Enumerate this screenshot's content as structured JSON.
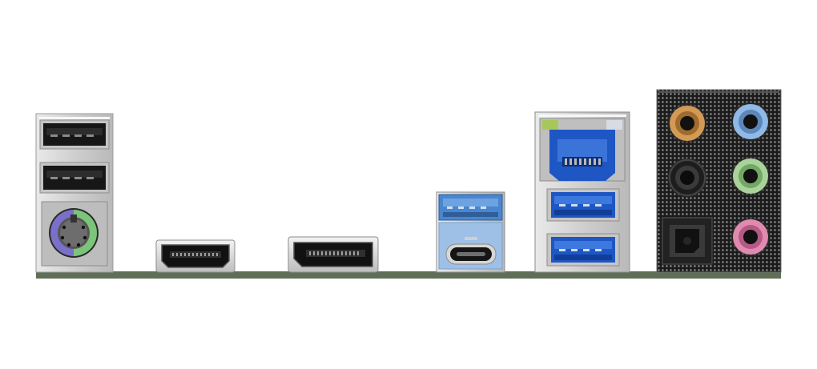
{
  "panel": {
    "board_color": "#5f6e57",
    "ports": [
      {
        "kind": "usb-2.0-type-a",
        "count": 2,
        "color": "#202020"
      },
      {
        "kind": "ps2-combo",
        "count": 1,
        "colors": [
          "#7a6fc9",
          "#7cc47a"
        ]
      },
      {
        "kind": "hdmi",
        "count": 1
      },
      {
        "kind": "displayport",
        "count": 1
      },
      {
        "kind": "usb-3.2-type-a",
        "count": 1,
        "color": "#4a86cf"
      },
      {
        "kind": "usb-type-c",
        "count": 1
      },
      {
        "kind": "rj45-lan",
        "count": 1,
        "color": "#1e56c4",
        "leds": [
          "#a6c85a",
          "#d8dbe6"
        ]
      },
      {
        "kind": "usb-3.2-type-a",
        "count": 2,
        "color": "#1e56c4"
      },
      {
        "kind": "audio-jack",
        "count": 5,
        "colors": [
          "#d39a55",
          "#8fb9e6",
          "#1d1d1d",
          "#a9d39a",
          "#e08ab0"
        ]
      },
      {
        "kind": "optical-spdif",
        "count": 1
      }
    ]
  }
}
